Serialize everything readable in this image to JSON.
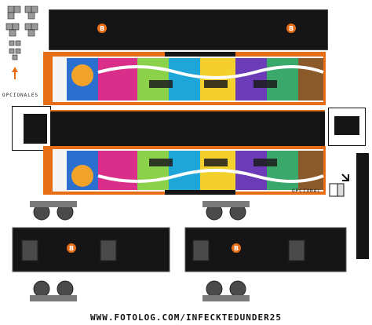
{
  "labels": {
    "opcionales": "OPCIONALES",
    "opcional": "OPCIONAL",
    "footer": "WWW.FOTOLOG.COM/INFECKTEDUNDER25",
    "logo_glyph": "B"
  },
  "colors": {
    "orange": "#e66f16",
    "black": "#151515",
    "gray": "#9c9c9c"
  }
}
